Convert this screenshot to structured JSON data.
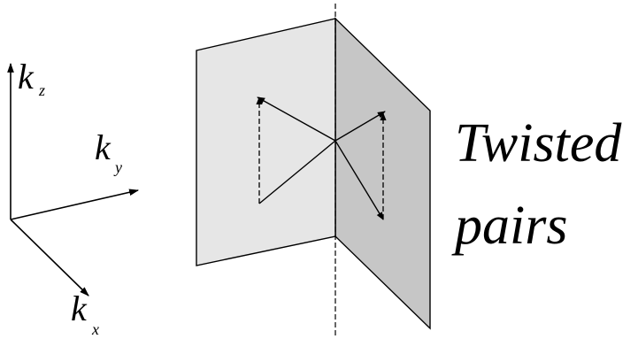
{
  "axes": {
    "z": {
      "letter": "k",
      "subscript": "z"
    },
    "y": {
      "letter": "k",
      "subscript": "y"
    },
    "x": {
      "letter": "k",
      "subscript": "x"
    }
  },
  "caption": {
    "line1": "Twisted",
    "line2": "pairs"
  },
  "colors": {
    "left_plane": "#e6e6e6",
    "right_plane": "#c6c6c6",
    "ink": "#000000"
  }
}
